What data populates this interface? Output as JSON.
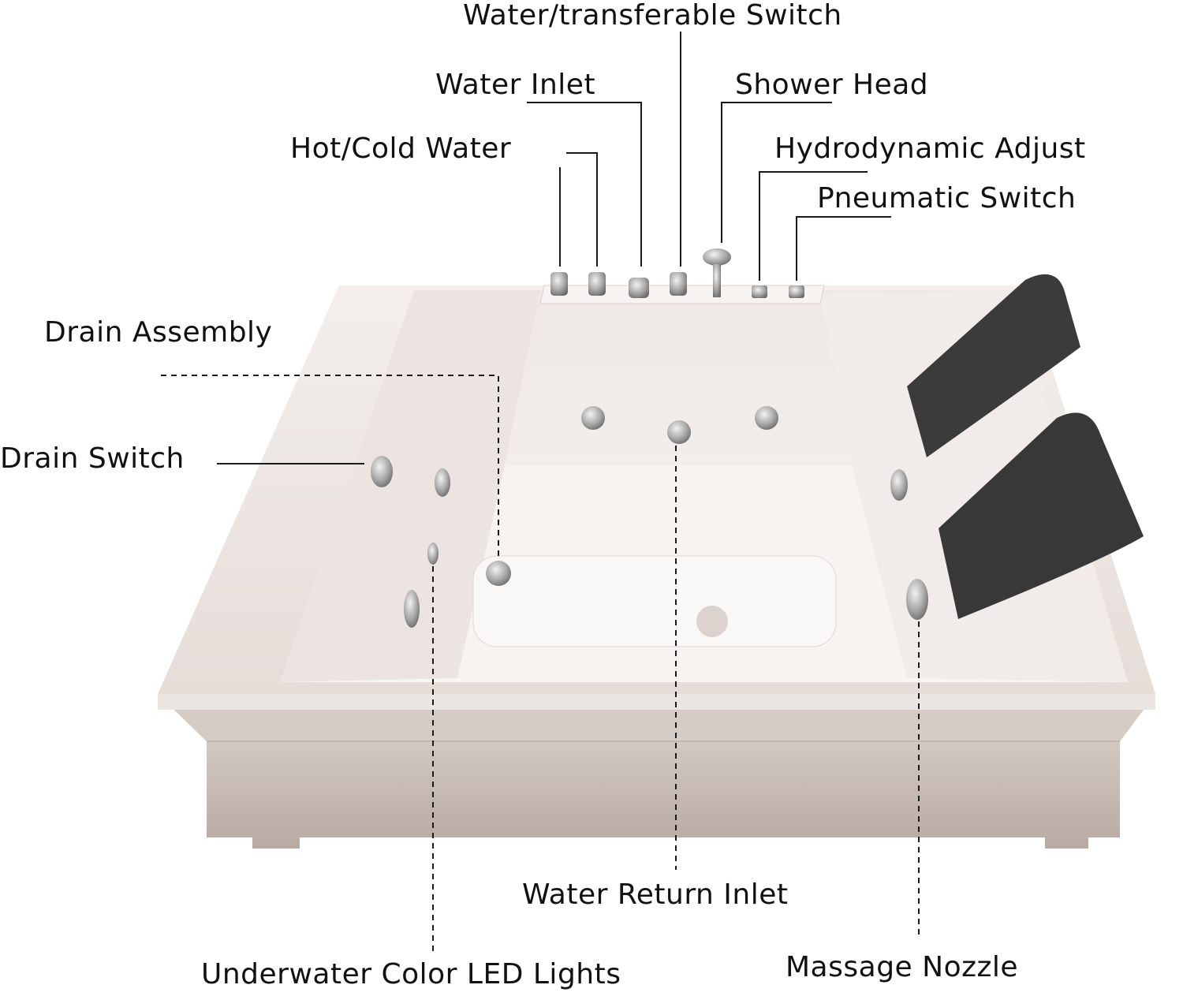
{
  "labels": {
    "water_transfer_switch": "Water/transferable Switch",
    "water_inlet": "Water Inlet",
    "shower_head": "Shower Head",
    "hot_cold_water": "Hot/Cold Water",
    "hydrodynamic_adjust": "Hydrodynamic Adjust",
    "pneumatic_switch": "Pneumatic Switch",
    "drain_assembly": "Drain Assembly",
    "drain_switch": "Drain Switch",
    "water_return_inlet": "Water Return Inlet",
    "underwater_led": "Underwater Color LED Lights",
    "massage_nozzle": "Massage Nozzle"
  },
  "colors": {
    "tub_body": "#e9e2de",
    "tub_shadow": "#c9bdb6",
    "headrest": "#3a3a3a",
    "chrome": "#b9b9b9"
  }
}
